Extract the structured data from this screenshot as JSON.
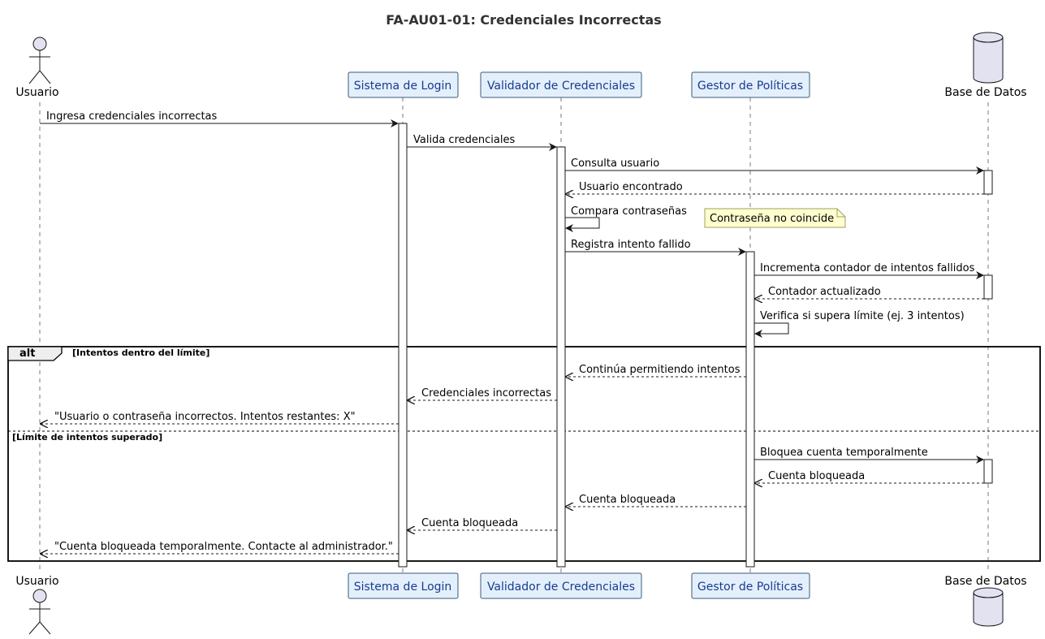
{
  "title": "FA-AU01-01: Credenciales Incorrectas",
  "participants": {
    "usuario": {
      "label": "Usuario",
      "type": "actor"
    },
    "login": {
      "label": "Sistema de Login",
      "type": "participant"
    },
    "validador": {
      "label": "Validador de Credenciales",
      "type": "participant"
    },
    "gestor": {
      "label": "Gestor de Políticas",
      "type": "participant"
    },
    "bd": {
      "label": "Base de Datos",
      "type": "database"
    }
  },
  "colors": {
    "participant_fill": "#e3f0fc",
    "participant_border": "#3b5a7a",
    "participant_text": "#1a3a8f",
    "actor_fill": "#e2e2f0",
    "note_fill": "#fefece",
    "note_border": "#a0a060"
  },
  "messages": [
    {
      "text": "Ingresa credenciales incorrectas",
      "from": "usuario",
      "to": "login",
      "style": "solid"
    },
    {
      "text": "Valida credenciales",
      "from": "login",
      "to": "validador",
      "style": "solid"
    },
    {
      "text": "Consulta usuario",
      "from": "validador",
      "to": "bd",
      "style": "solid"
    },
    {
      "text": "Usuario encontrado",
      "from": "bd",
      "to": "validador",
      "style": "dashed"
    },
    {
      "text": "Compara contraseñas",
      "from": "validador",
      "to": "validador",
      "style": "self"
    },
    {
      "text": "Registra intento fallido",
      "from": "validador",
      "to": "gestor",
      "style": "solid"
    },
    {
      "text": "Incrementa contador de intentos fallidos",
      "from": "gestor",
      "to": "bd",
      "style": "solid"
    },
    {
      "text": "Contador actualizado",
      "from": "bd",
      "to": "gestor",
      "style": "dashed"
    },
    {
      "text": "Verifica si supera límite (ej. 3 intentos)",
      "from": "gestor",
      "to": "gestor",
      "style": "self"
    },
    {
      "text": "Continúa permitiendo intentos",
      "from": "gestor",
      "to": "validador",
      "style": "dashed"
    },
    {
      "text": "Credenciales incorrectas",
      "from": "validador",
      "to": "login",
      "style": "dashed"
    },
    {
      "text": "\"Usuario o contraseña incorrectos. Intentos restantes: X\"",
      "from": "login",
      "to": "usuario",
      "style": "dashed"
    },
    {
      "text": "Bloquea cuenta temporalmente",
      "from": "gestor",
      "to": "bd",
      "style": "solid"
    },
    {
      "text": "Cuenta bloqueada",
      "from": "bd",
      "to": "gestor",
      "style": "dashed"
    },
    {
      "text": "Cuenta bloqueada",
      "from": "gestor",
      "to": "validador",
      "style": "dashed"
    },
    {
      "text": "Cuenta bloqueada",
      "from": "validador",
      "to": "login",
      "style": "dashed"
    },
    {
      "text": "\"Cuenta bloqueada temporalmente. Contacte al administrador.\"",
      "from": "login",
      "to": "usuario",
      "style": "dashed"
    }
  ],
  "note": {
    "text": "Contraseña no coincide"
  },
  "alt_fragment": {
    "keyword": "alt",
    "guard_1": "[Intentos dentro del límite]",
    "guard_2": "[Límite de intentos superado]"
  }
}
